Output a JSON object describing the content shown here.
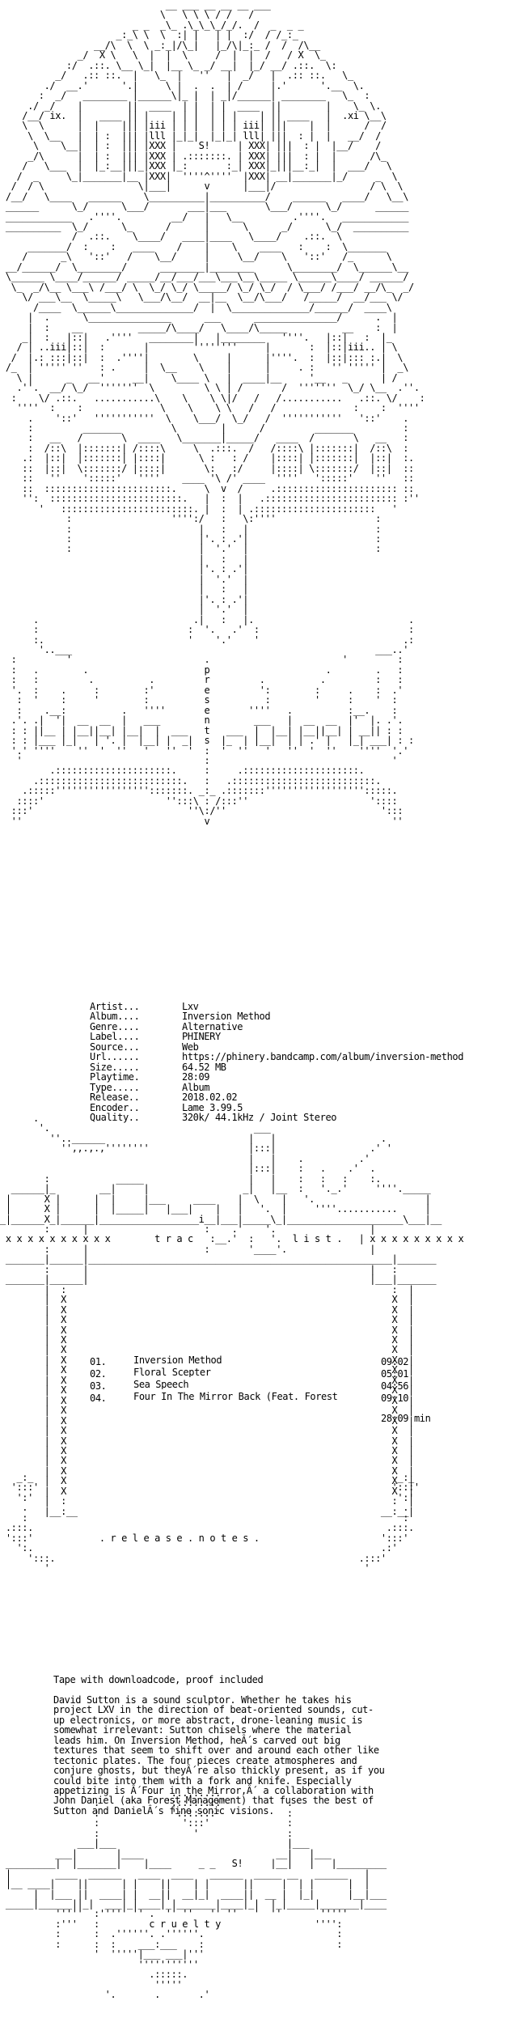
{
  "presents_word": "presents",
  "info": [
    {
      "label": "Artist...",
      "value": "Lxv"
    },
    {
      "label": "Album....",
      "value": "Inversion Method"
    },
    {
      "label": "Genre....",
      "value": "Alternative"
    },
    {
      "label": "Label....",
      "value": "PHINERY"
    },
    {
      "label": "Source...",
      "value": "Web"
    },
    {
      "label": "Url......",
      "value": "https://phinery.bandcamp.com/album/inversion-method"
    },
    {
      "label": "Size.....",
      "value": "64.52 MB"
    },
    {
      "label": "Playtime.",
      "value": "28:09"
    },
    {
      "label": "Type.....",
      "value": "Album"
    },
    {
      "label": "Release..",
      "value": "2018.02.02"
    },
    {
      "label": "Encoder..",
      "value": "Lame 3.99.5"
    },
    {
      "label": "Quality..",
      "value": "320k/ 44.1kHz / Joint Stereo"
    }
  ],
  "tracklist": {
    "heading": "t r a c k  l i s t .",
    "tracks": [
      {
        "num": "01.",
        "title": "Inversion Method",
        "time": "09:02"
      },
      {
        "num": "02.",
        "title": "Floral Scepter",
        "time": "05:01"
      },
      {
        "num": "03.",
        "title": "Sea Speech",
        "time": "04:56"
      },
      {
        "num": "04.",
        "title": "Four In The Mirror Back (Feat. Forest",
        "time": "09:10"
      }
    ],
    "total": "28:09 min"
  },
  "release_notes": {
    "heading": ". r e l e a s e . n o t e s .",
    "lines": [
      "Tape with downloadcode, proof included",
      "",
      "David Sutton is a sound sculptor. Whether he takes his",
      "project LXV in the direction of beat-oriented sounds, cut-",
      "up electronics, or more abstract, drone-leaning music is",
      "somewhat irrelevant: Sutton chisels where the material",
      "leads him. On Inversion Method, heÂ´s carved out big",
      "textures that seem to shift over and around each other like",
      "tectonic plates. The four pieces create atmospheres and",
      "conjure ghosts, but theyÂ´re also thickly present, as if you",
      "could bite into them with a fork and knife. Especially",
      "appetizing is Â´Four in the Mirror,Â´ a collaboration with",
      "John Daniel (aka Forest Management) that fuses the best of",
      "Sutton and DanielÂ´s fine sonic visions."
    ]
  },
  "footer": {
    "word": "c r u e l t y"
  },
  "art_tag": "S!"
}
